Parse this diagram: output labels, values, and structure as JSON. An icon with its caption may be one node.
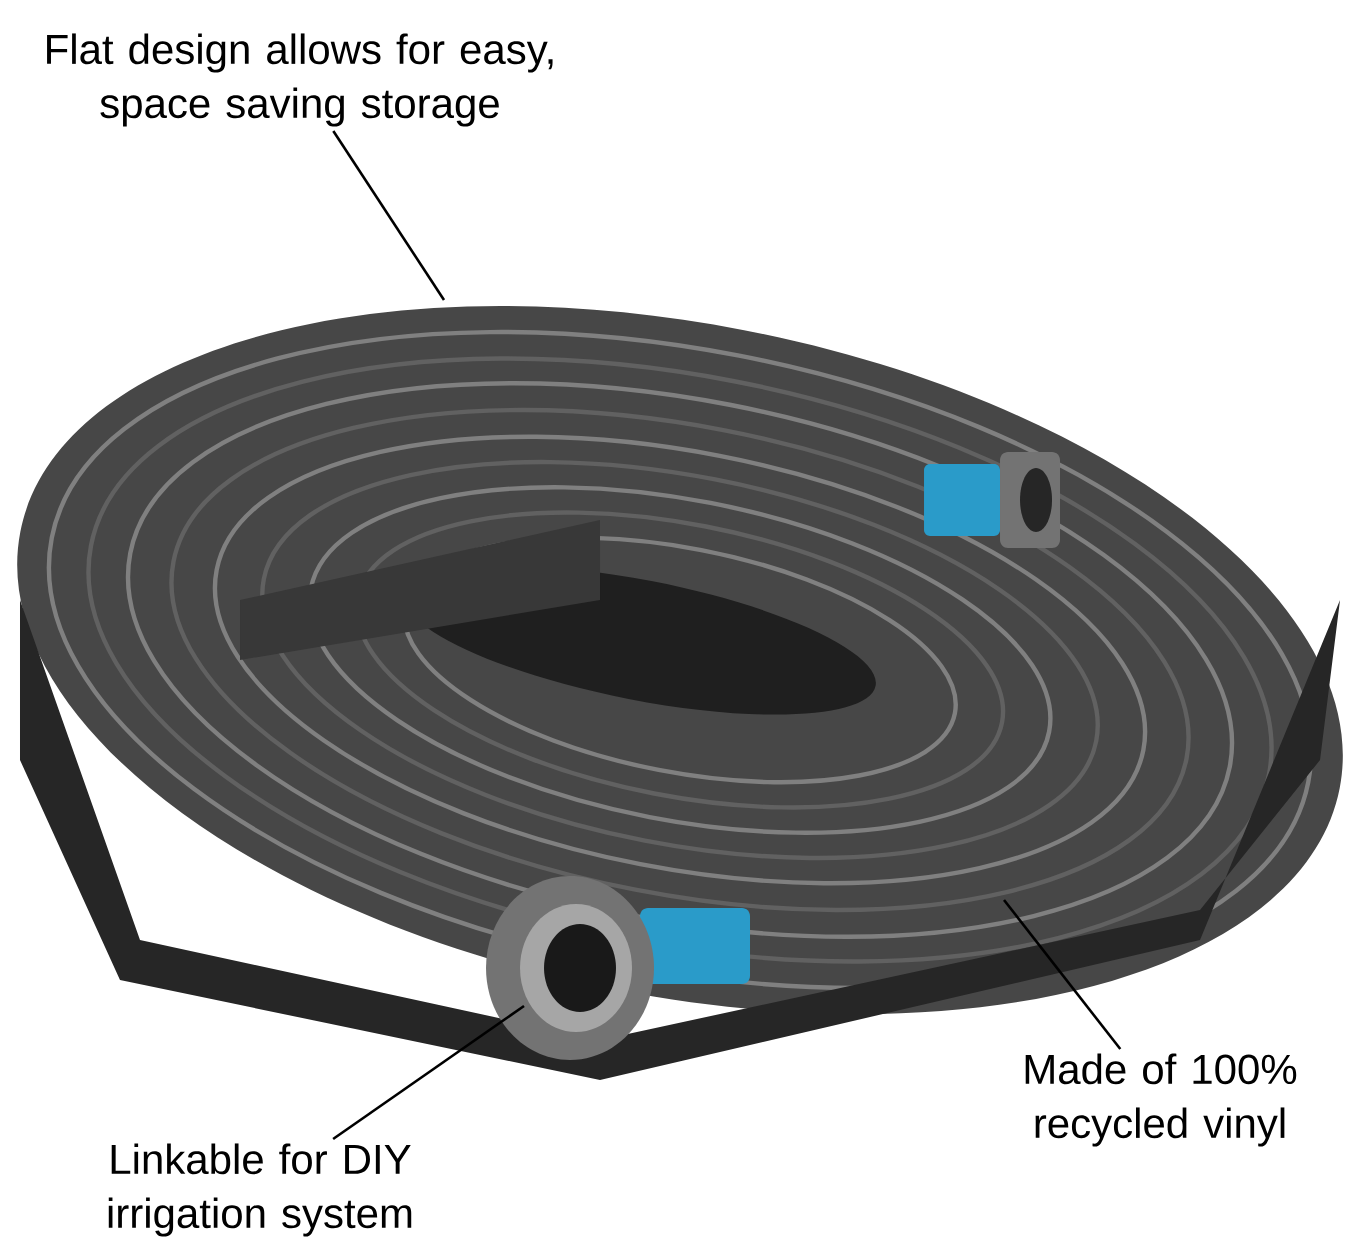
{
  "diagram": {
    "nodes": [
      {
        "text": [
          "Flat design allows for easy, space saving storage"
        ]
      },
      {
        "text": [
          "Linkable for DIY irrigation system"
        ]
      },
      {
        "text": [
          "Made of 100% recycled vinyl"
        ]
      }
    ],
    "edges": [
      {
        "from": 0,
        "to": null,
        "arrow": "none"
      },
      {
        "from": 1,
        "to": null,
        "arrow": "none"
      },
      {
        "from": 2,
        "to": null,
        "arrow": "none"
      }
    ]
  }
}
